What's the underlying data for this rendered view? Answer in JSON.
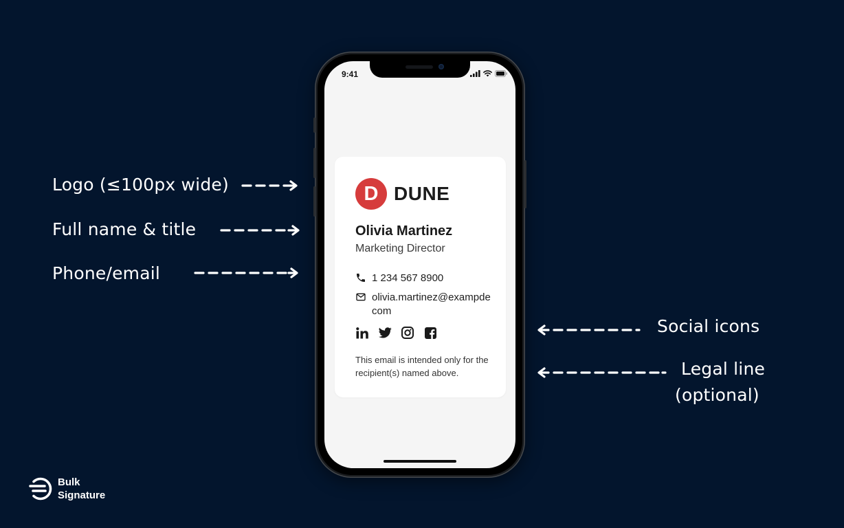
{
  "colors": {
    "background": "#03152d",
    "logo_red": "#d63c3c",
    "card_bg": "#ffffff",
    "screen_bg": "#f5f5f5"
  },
  "annotations": {
    "left": [
      {
        "label": "Logo (≤100px wide)",
        "arrow": "arrow-right"
      },
      {
        "label": "Full name & title",
        "arrow": "arrow-right"
      },
      {
        "label": "Phone/email",
        "arrow": "arrow-right"
      }
    ],
    "right": [
      {
        "label": "Social icons",
        "arrow": "arrow-left"
      },
      {
        "label": "Legal line",
        "label_line2": "(optional)",
        "arrow": "arrow-left"
      }
    ]
  },
  "phone": {
    "status_bar": {
      "time": "9:41",
      "icons": [
        "cellular-signal-icon",
        "wifi-icon",
        "battery-icon"
      ]
    }
  },
  "signature": {
    "logo": {
      "letter": "D",
      "company": "DUNE"
    },
    "name": "Olivia Martinez",
    "title": "Marketing Director",
    "phone": {
      "icon": "phone-icon",
      "value": "1 234 567 8900"
    },
    "email": {
      "icon": "mail-icon",
      "value": "olivia.martinez@exampde com"
    },
    "social": [
      {
        "name": "linkedin",
        "icon": "linkedin-icon"
      },
      {
        "name": "twitter",
        "icon": "twitter-icon"
      },
      {
        "name": "instagram",
        "icon": "instagram-icon"
      },
      {
        "name": "facebook",
        "icon": "facebook-icon"
      }
    ],
    "legal": "This email is intended only for the recipient(s) named above."
  },
  "brand": {
    "line1": "Bulk",
    "line2": "Signature"
  }
}
